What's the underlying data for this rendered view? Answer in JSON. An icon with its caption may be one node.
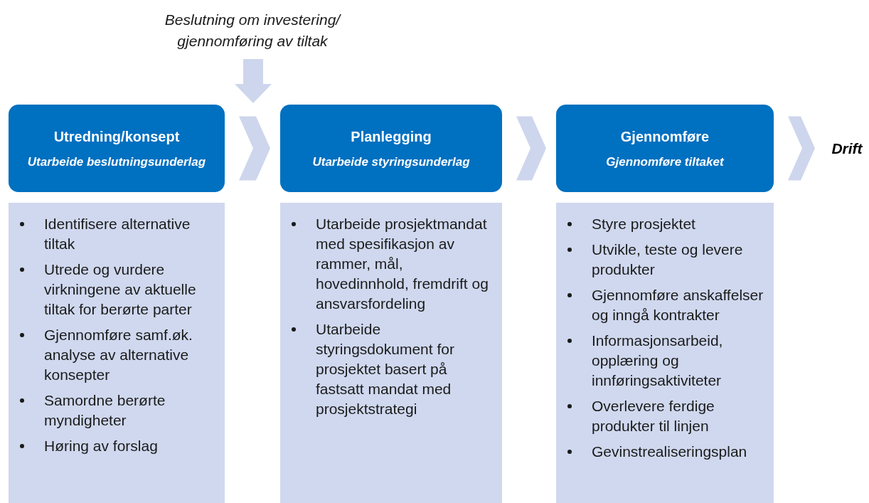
{
  "diagram": {
    "nodes": [
      {
        "text": [
          "Beslutning om investering/ gjennomføring av tiltak"
        ]
      },
      {
        "text": [
          "Utredning/konsept",
          "Utarbeide beslutningsunderlag"
        ]
      },
      {
        "text": [
          "Identifisere alternative tiltak",
          "Utrede og vurdere virkningene av aktuelle tiltak for berørte parter",
          "Gjennomføre samf.øk. analyse av alternative konsepter",
          "Samordne berørte myndigheter",
          "Høring av forslag"
        ]
      },
      {
        "text": [
          "Planlegging",
          "Utarbeide styringsunderlag"
        ]
      },
      {
        "text": [
          "Utarbeide prosjektmandat med spesifikasjon av rammer, mål, hovedinnhold, fremdrift og ansvarsfordeling",
          "Utarbeide styringsdokument for prosjektet basert på fastsatt mandat med prosjektstrategi"
        ]
      },
      {
        "text": [
          "Gjennomføre",
          "Gjennomføre tiltaket"
        ]
      },
      {
        "text": [
          "Styre prosjektet",
          "Utvikle, teste og levere produkter",
          "Gjennomføre anskaffelser og inngå kontrakter",
          "Informasjonsarbeid, opplæring og innføringsaktiviteter",
          "Overlevere ferdige produkter til linjen",
          "Gevinstrealiseringsplan"
        ]
      },
      {
        "text": [
          "Drift"
        ]
      }
    ],
    "edges": [
      {
        "from": 0,
        "to": null,
        "arrow": "to"
      },
      {
        "from": 1,
        "to": 3,
        "arrow": "to"
      },
      {
        "from": 3,
        "to": 5,
        "arrow": "to"
      },
      {
        "from": 5,
        "to": 7,
        "arrow": "to"
      }
    ]
  }
}
